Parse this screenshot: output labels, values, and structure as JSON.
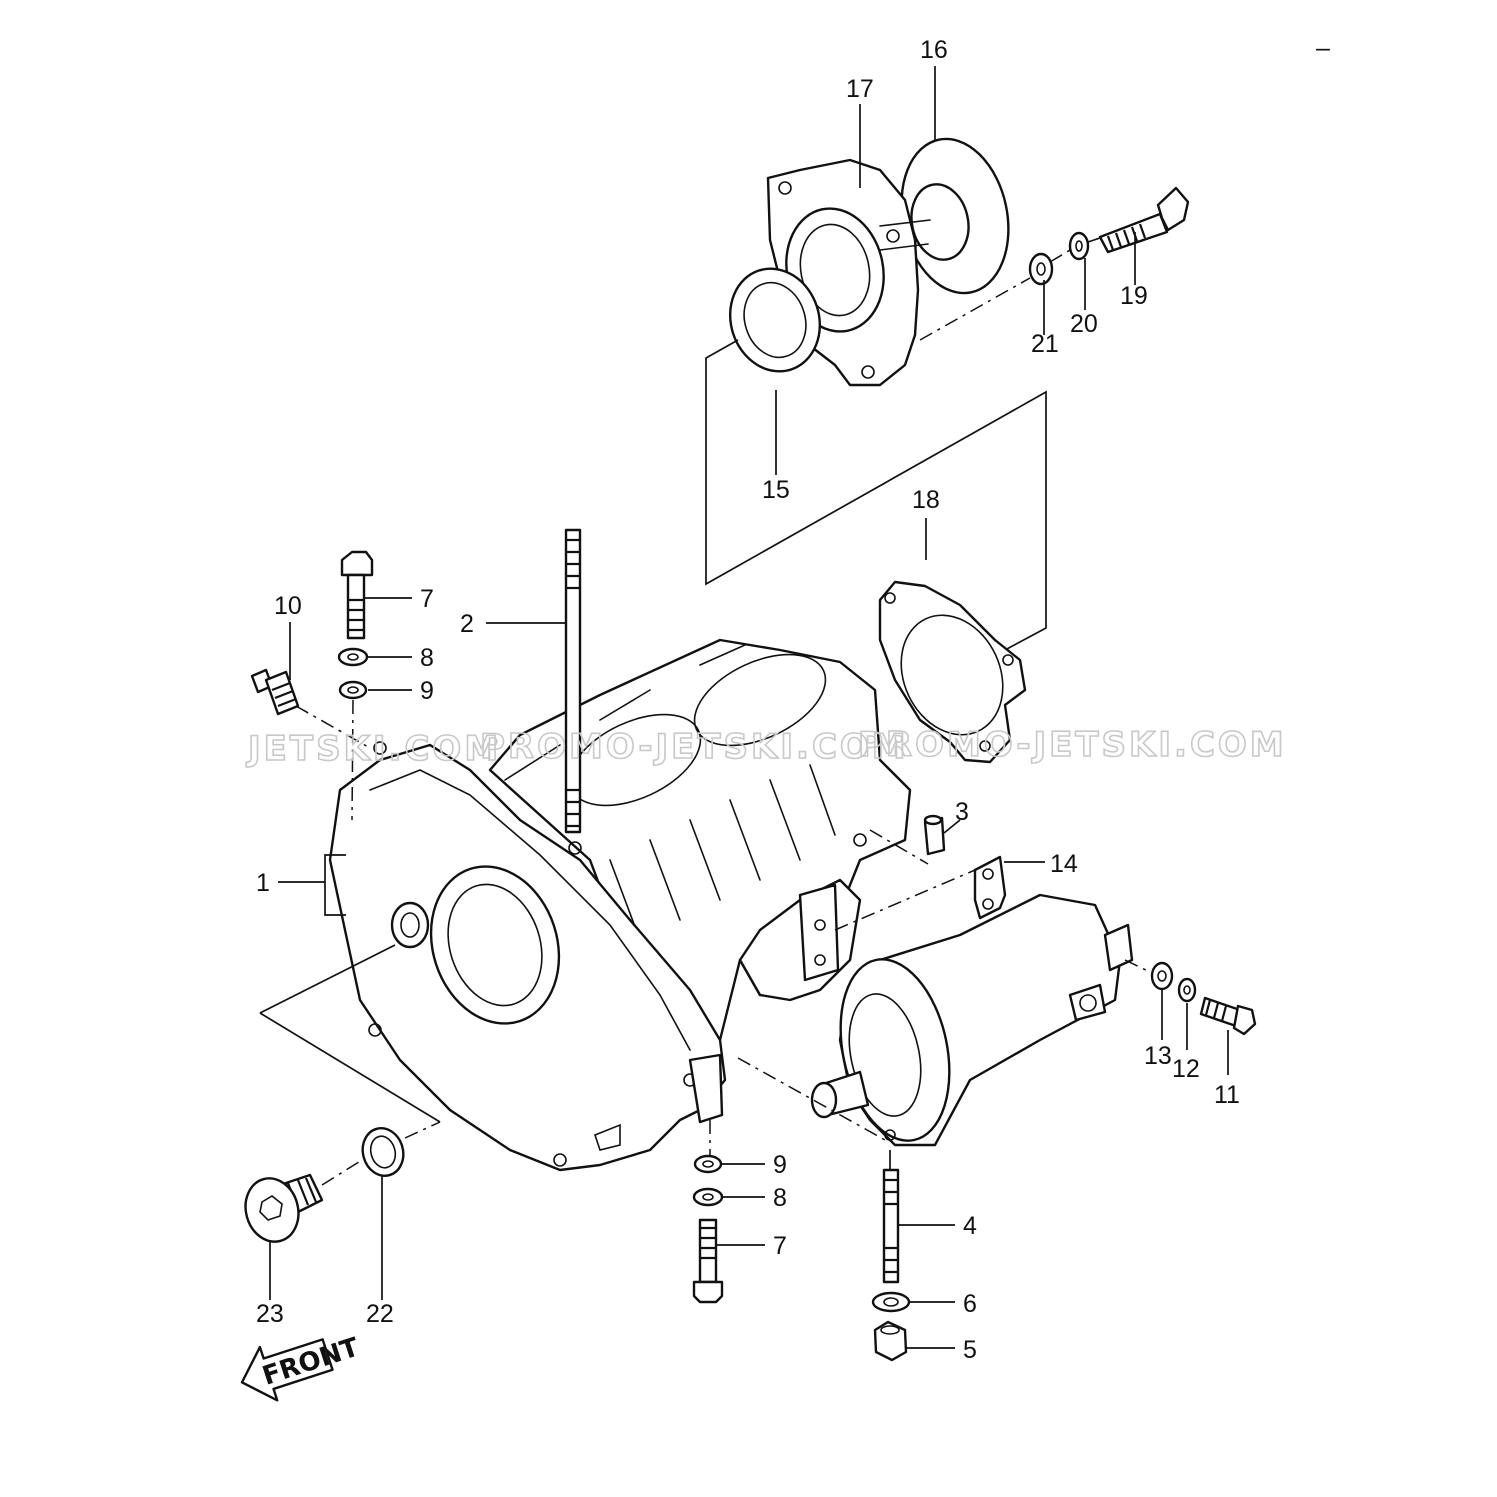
{
  "labels": {
    "l1": "1",
    "l2": "2",
    "l3": "3",
    "l4": "4",
    "l5": "5",
    "l6": "6",
    "l7a": "7",
    "l7b": "7",
    "l8a": "8",
    "l8b": "8",
    "l9a": "9",
    "l9b": "9",
    "l10": "10",
    "l11": "11",
    "l12": "12",
    "l13": "13",
    "l14": "14",
    "l15": "15",
    "l16": "16",
    "l17": "17",
    "l18": "18",
    "l19": "19",
    "l20": "20",
    "l21": "21",
    "l22": "22",
    "l23": "23"
  },
  "watermark": {
    "w1": "JETSKI.COM",
    "w2": "PROMO-JETSKI.COM",
    "w3": "PROMO-JETSKI.COM"
  },
  "front_arrow": {
    "text": "FRONT"
  },
  "corner_mark": "–"
}
